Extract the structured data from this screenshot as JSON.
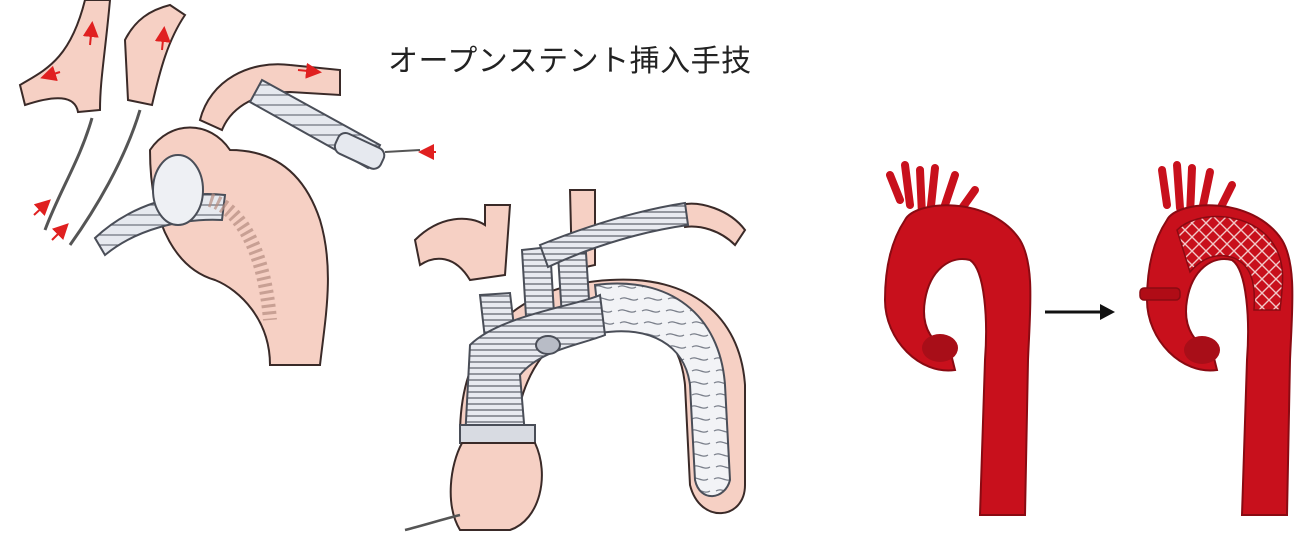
{
  "title": "オープンステント挿入手技",
  "colors": {
    "vessel_fill": "#f6d0c4",
    "vessel_stroke": "#3a2a28",
    "graft_fill": "#e6e9ef",
    "graft_stroke": "#4a4e58",
    "flow_arrow": "#e02020",
    "ct_red": "#c8101c",
    "ct_dark": "#8a0a12",
    "black_arrow": "#111111"
  },
  "illustrations": [
    {
      "id": "panel-a",
      "depicts": "cannulation-and-perfusion-illustration"
    },
    {
      "id": "panel-b",
      "depicts": "open-stent-graft-placement-illustration"
    },
    {
      "id": "panel-c",
      "depicts": "ct-before-after-comparison"
    }
  ]
}
